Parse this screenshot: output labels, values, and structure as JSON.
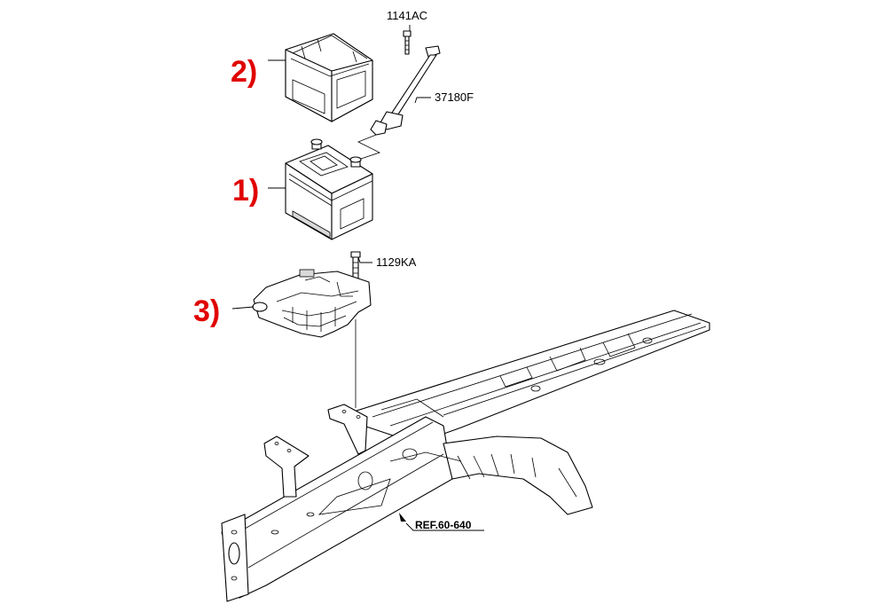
{
  "diagram": {
    "part_codes": {
      "bolt_top": "1141AC",
      "cable": "37180F",
      "bolt_tray": "1129KA"
    },
    "reference": "REF.60-640",
    "callouts": {
      "battery": "1)",
      "insulation_pad": "2)",
      "tray": "3)"
    },
    "colors": {
      "callout": "#e00000",
      "line": "#000000",
      "background": "#ffffff"
    }
  }
}
